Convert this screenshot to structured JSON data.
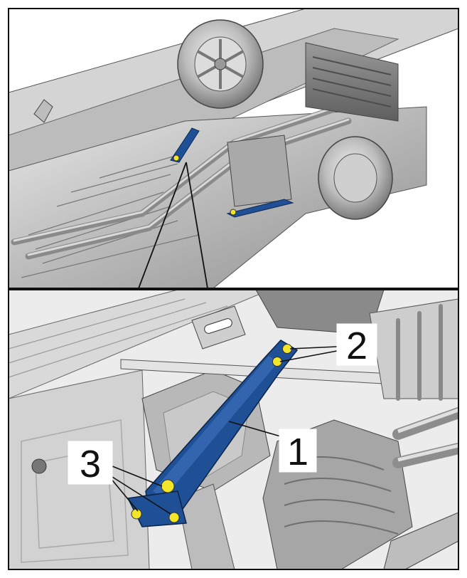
{
  "callouts": {
    "one": "1",
    "two": "2",
    "three": "3"
  },
  "colors": {
    "brace": "#1f4f95",
    "bolt": "#f2e52a",
    "metal": "#c9c9c9",
    "metal_dark": "#7d7d7d",
    "outline": "#111111"
  }
}
